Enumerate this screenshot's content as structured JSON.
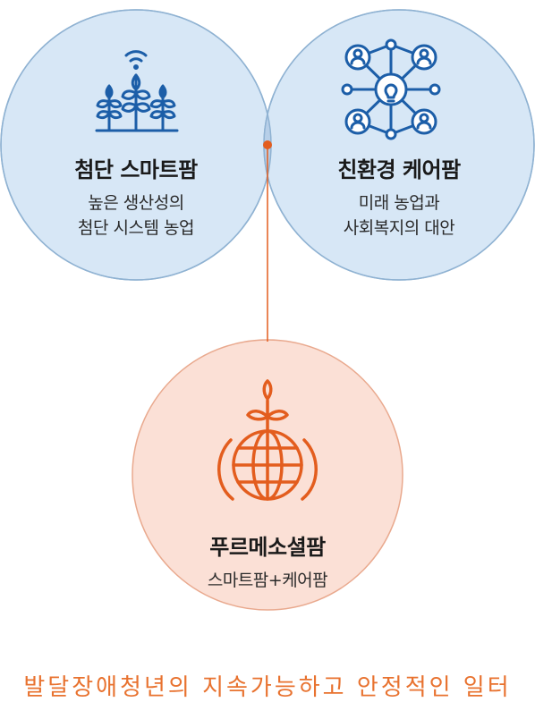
{
  "circles": {
    "left": {
      "title": "첨단 스마트팜",
      "line1": "높은 생산성의",
      "line2": "첨단 시스템 농업",
      "icon": "smart-farm-wheat-wifi-icon",
      "color": "#d7e7f6",
      "stroke": "#8fb2d2",
      "icon_color": "#1c5ea8"
    },
    "right": {
      "title": "친환경 케어팜",
      "line1": "미래 농업과",
      "line2": "사회복지의 대안",
      "icon": "network-people-lightbulb-icon",
      "color": "#d7e7f6",
      "stroke": "#8fb2d2",
      "icon_color": "#1c5ea8"
    },
    "overlap_color": "#b7cfe8",
    "bottom": {
      "title": "푸르메소셜팜",
      "line1": "스마트팜+케어팜",
      "icon": "globe-sprout-icon",
      "color": "#fbe0d6",
      "stroke": "#e9a98e",
      "icon_color": "#e35d1e"
    }
  },
  "connector_color": "#e35d1e",
  "tagline": "발달장애청년의 지속가능하고 안정적인 일터"
}
